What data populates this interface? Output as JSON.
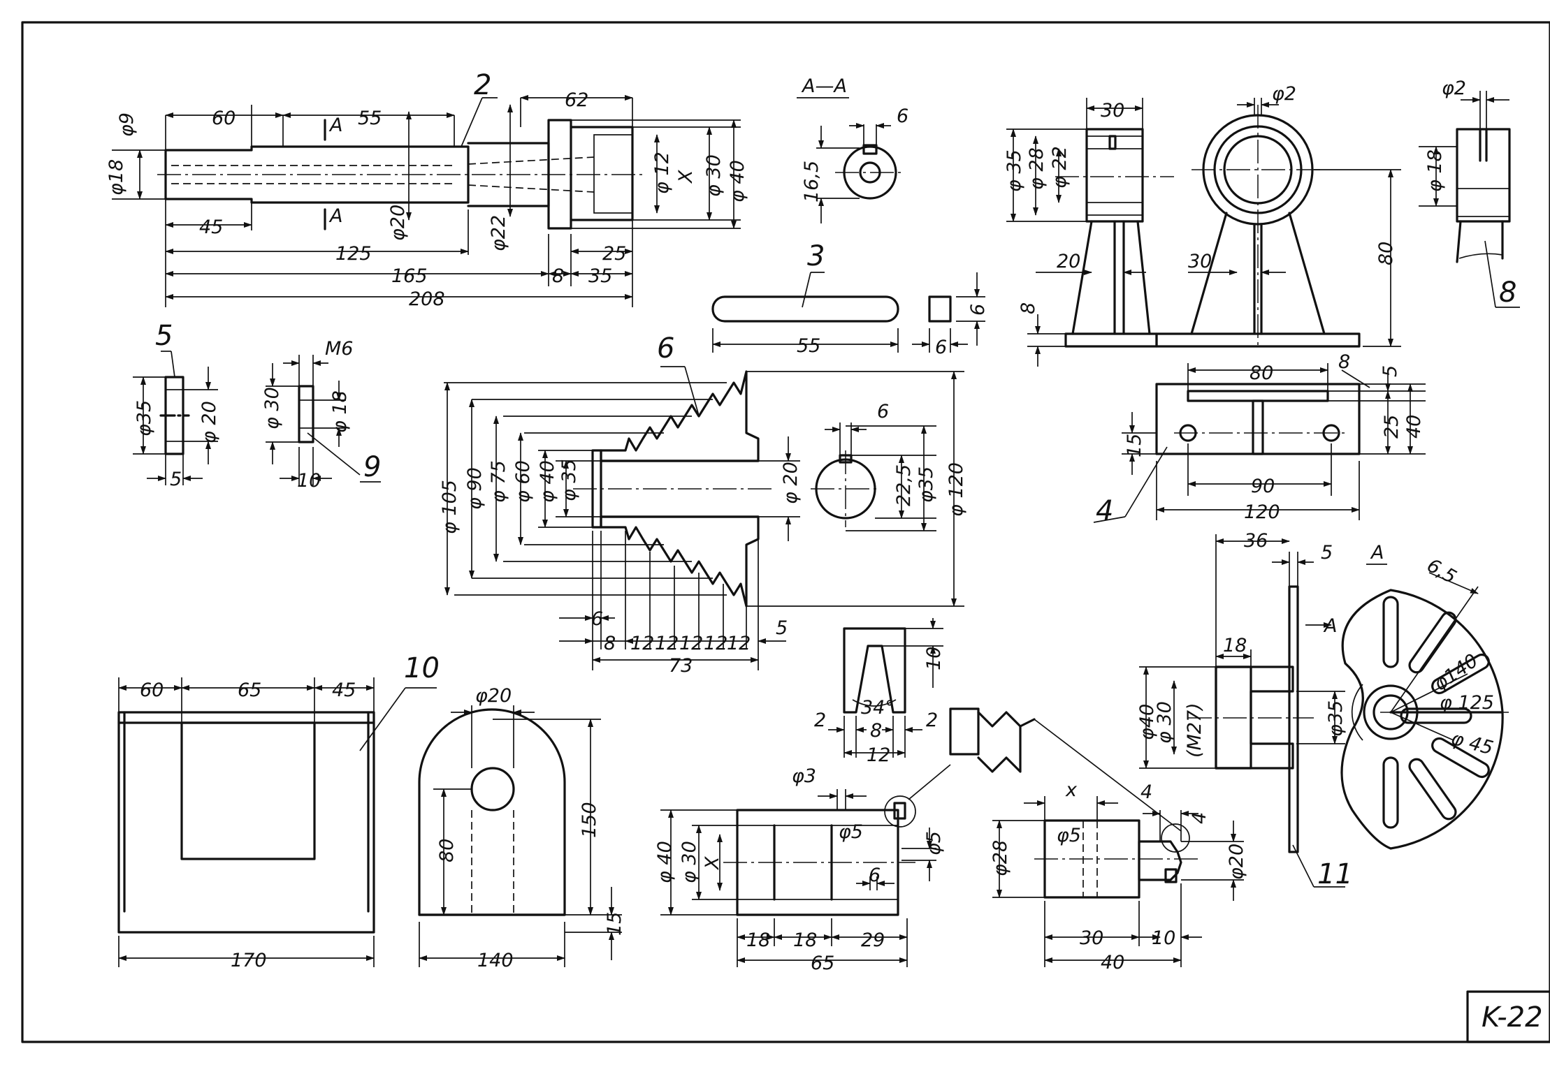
{
  "sheet": {
    "code": "K-22"
  },
  "part_numbers": [
    "2",
    "3",
    "4",
    "5",
    "6",
    "8",
    "9",
    "10",
    "11"
  ],
  "section_labels": {
    "section_aa": "A—A",
    "cut_a": "A",
    "view_a": "A",
    "param_x": "X",
    "param_x_small": "x"
  },
  "color": {
    "ink": "#111111",
    "paper": "#ffffff"
  },
  "dims": {
    "p2": {
      "d9": "φ9",
      "d18": "φ18",
      "l60": "60",
      "l55": "55",
      "l62": "62",
      "l45": "45",
      "d20": "φ20",
      "d22": "φ22",
      "l125": "125",
      "l165": "165",
      "l208": "208",
      "l8": "8",
      "l35": "35",
      "l25": "25",
      "d12": "φ 12",
      "d30": "φ 30",
      "d40": "φ 40"
    },
    "aa": {
      "d165": "16,5",
      "w6": "6"
    },
    "p3": {
      "l55": "55",
      "w6": "6",
      "h6": "6"
    },
    "p8": {
      "w30": "30",
      "d35": "φ 35",
      "d28": "φ 28",
      "d22": "φ 22",
      "l20": "20",
      "l8": "8",
      "d2": "φ2",
      "l30b": "30",
      "h80": "80",
      "d2b": "φ2",
      "d18": "φ 18"
    },
    "p4": {
      "l80": "80",
      "l8": "8",
      "l5": "5",
      "l15": "15",
      "l25": "25",
      "l40": "40",
      "l90": "90",
      "l120": "120"
    },
    "p5": {
      "d35": "φ35",
      "d20": "φ 20",
      "l5": "5"
    },
    "p9": {
      "m6": "M6",
      "d30": "φ 30",
      "d18": "φ 18",
      "l10": "10"
    },
    "p6": {
      "d105": "φ 105",
      "d90": "φ 90",
      "d75": "φ 75",
      "d60": "φ 60",
      "d40": "φ 40",
      "d35": "φ 35",
      "d20": "φ 20",
      "d120": "φ 120",
      "w6": "6",
      "k225": "22,5",
      "kd35": "φ35",
      "l6": "6",
      "l8": "8",
      "s12a": "12",
      "s12b": "12",
      "s12c": "12",
      "s12d": "12",
      "s12e": "12",
      "l5": "5",
      "l73": "73"
    },
    "groove": {
      "h10": "10",
      "ang": "34°",
      "w8": "8",
      "l2a": "2",
      "l2b": "2",
      "w12": "12"
    },
    "p10": {
      "l60": "60",
      "l65": "65",
      "l45": "45",
      "l170": "170",
      "d20": "φ20",
      "h80": "80",
      "h150": "150",
      "h15": "15",
      "l140": "140"
    },
    "bush": {
      "d3": "φ3",
      "d5a": "φ5",
      "d5b": "φ5",
      "d40": "φ 40",
      "d30": "φ 30",
      "x": "X",
      "l6": "6",
      "l18a": "18",
      "l18b": "18",
      "l29": "29",
      "l65": "65"
    },
    "pin": {
      "d28": "φ28",
      "d5": "φ5",
      "l4": "4",
      "l4b": "4",
      "d20": "φ20",
      "l30": "30",
      "l10": "10",
      "l40": "40"
    },
    "p11": {
      "l36": "36",
      "l5": "5",
      "l18": "18",
      "d40": "φ40",
      "d30": "φ 30",
      "m27": "(M27)",
      "d35": "φ35",
      "l65": "6,5",
      "d140": "φ140",
      "d125": "φ 125",
      "d45": "φ 45"
    }
  }
}
